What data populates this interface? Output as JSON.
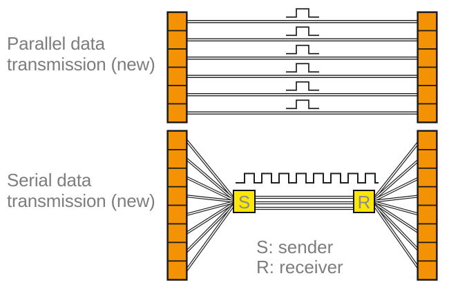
{
  "background": "#ffffff",
  "colors": {
    "connector_orange": "#F29204",
    "connector_border": "#1A1A1A",
    "wire_black": "#1E1E1E",
    "wire_core_white": "#FFFFFF",
    "signal_black": "#1E1E1E",
    "box_yellow": "#FBE700",
    "box_border": "#111111",
    "box_letter_gray": "#8B8B96",
    "label_gray": "#7D7D7D"
  },
  "parallel": {
    "label_line1": "Parallel data",
    "label_line2": "transmission (new)",
    "wire_count": 6,
    "pulses_per_wire": 1
  },
  "serial": {
    "label_line1": "Serial data",
    "label_line2": "transmission (new)",
    "wire_count": 8,
    "clock_pulse_count": 8,
    "serial_link_line_count": 3,
    "sender_label": "S",
    "receiver_label": "R",
    "legend_line1": "S: sender",
    "legend_line2": "R: receiver"
  }
}
